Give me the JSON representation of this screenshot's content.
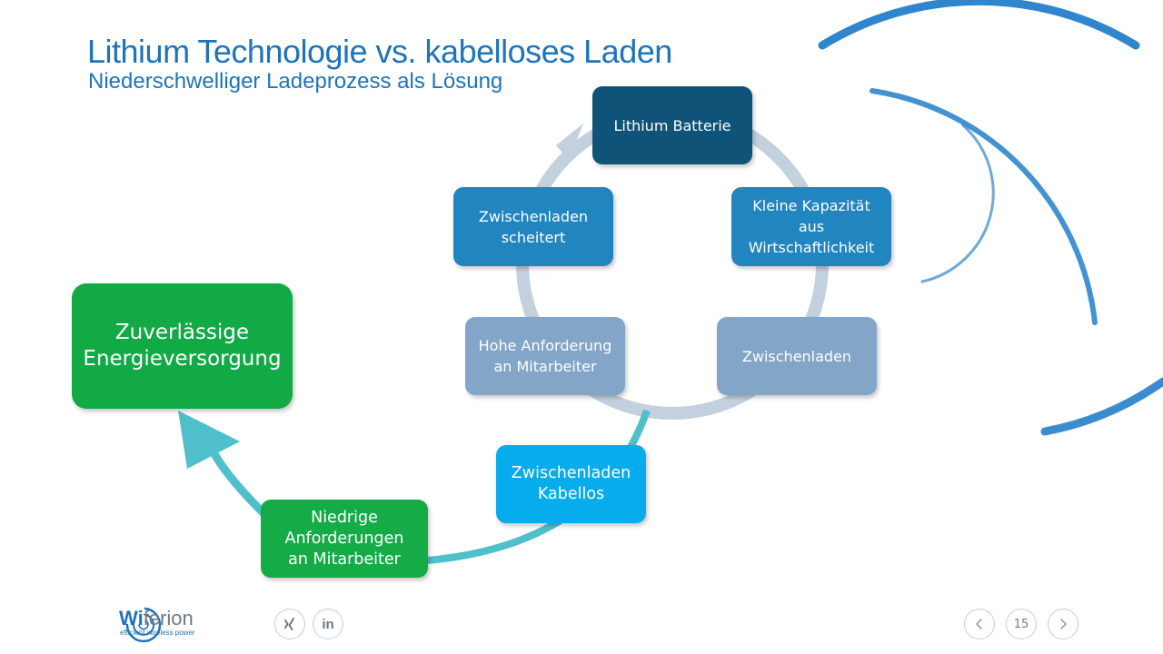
{
  "slide": {
    "title": "Lithium Technologie vs. kabelloses Laden",
    "subtitle": "Niederschwelliger Ladeprozess als Lösung"
  },
  "cycle": {
    "items": [
      "Lithium Batterie",
      "Kleine Kapazität\naus\nWirtschaftlichkeit",
      "Zwischenladen",
      "Hohe Anforderung\nan Mitarbeiter",
      "Zwischenladen\nscheitert"
    ]
  },
  "path": {
    "wireless_charging": "Zwischenladen\nKabellos",
    "low_requirements": "Niedrige\nAnforderungen\nan Mitarbeiter",
    "reliable_supply": "Zuverlässige\nEnergieversorgung"
  },
  "logo": {
    "brand_prefix": "Wi",
    "brand_rest": "ferion",
    "tagline": "efficient wireless power"
  },
  "social": {
    "xing_icon": "xing-icon",
    "linkedin_label": "in"
  },
  "navigation": {
    "prev_icon": "chevron-left-icon",
    "next_icon": "chevron-right-icon",
    "page_number": "15"
  },
  "colors": {
    "title_blue": "#1e74b9",
    "dark_blue": "#0f5378",
    "mid_blue": "#2185bf",
    "light_blue": "#82a5c8",
    "cyan": "#07acec",
    "green": "#15ac48",
    "teal_arrow": "#4fbfcb",
    "cycle_ring": "#c3d0de"
  }
}
